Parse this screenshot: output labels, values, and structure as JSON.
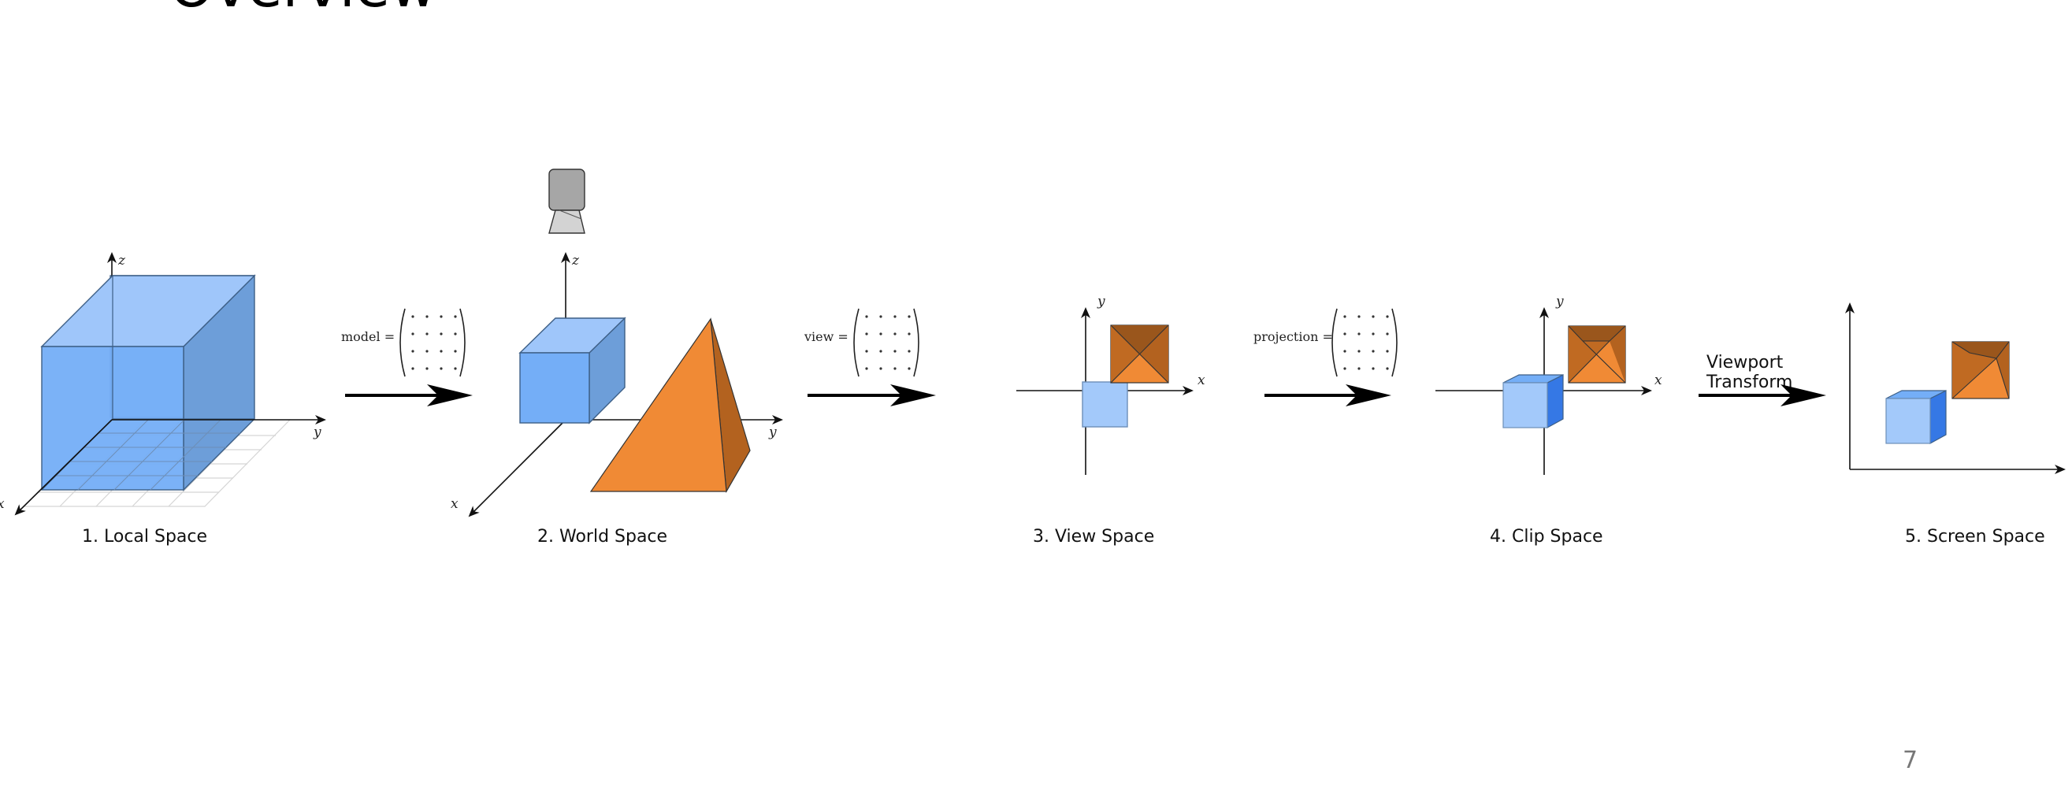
{
  "slide": {
    "title": "Overview",
    "page_number": "7"
  },
  "stages": [
    {
      "id": "local",
      "label": "1. Local Space"
    },
    {
      "id": "world",
      "label": "2. World Space"
    },
    {
      "id": "view",
      "label": "3. View Space"
    },
    {
      "id": "clip",
      "label": "4. Clip Space"
    },
    {
      "id": "screen",
      "label": "5. Screen Space"
    }
  ],
  "transforms": [
    {
      "id": "model",
      "label": "model ="
    },
    {
      "id": "view",
      "label": "view ="
    },
    {
      "id": "projection",
      "label": "projection ="
    },
    {
      "id": "viewport",
      "label_line1": "Viewport",
      "label_line2": "Transform"
    }
  ],
  "axes": {
    "x": "x",
    "y": "y",
    "z": "z"
  },
  "colors": {
    "cube_front": "#74aef7",
    "cube_top": "#9fc6fa",
    "cube_side": "#6d9ed9",
    "cube_light": "#a3c9fa",
    "cube_dark_side": "#3578e5",
    "pyramid_front": "#f08a35",
    "pyramid_side": "#b3621f",
    "pyramid_top": "#9a561c",
    "camera_body": "#a6a6a6",
    "camera_lens": "#d3d3d3"
  },
  "icons": [
    "camera-icon",
    "arrow-right-icon"
  ]
}
